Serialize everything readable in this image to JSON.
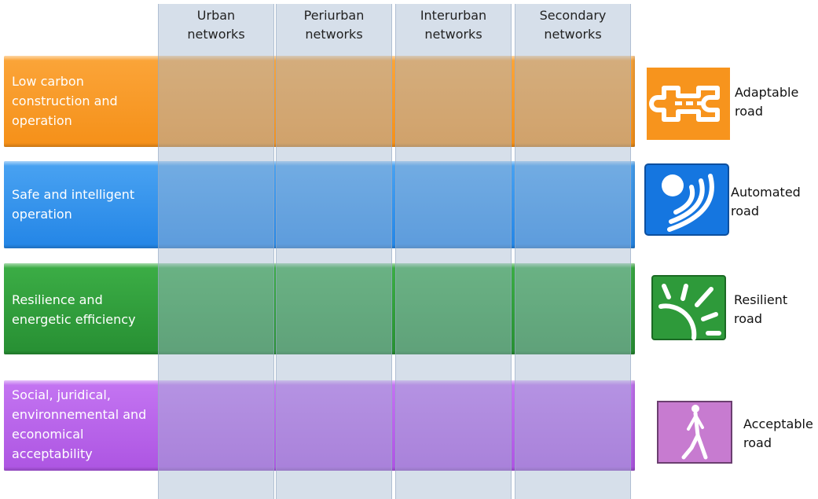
{
  "columns": [
    {
      "label": "Urban\nnetworks"
    },
    {
      "label": "Periurban\nnetworks"
    },
    {
      "label": "Interurban\nnetworks"
    },
    {
      "label": "Secondary\nnetworks"
    }
  ],
  "rows": [
    {
      "label": "Low carbon\nconstruction and\noperation",
      "color": "#f7941d",
      "icon": "road-connector-icon",
      "icon_color": "#f7941d",
      "road": "Adaptable\nroad"
    },
    {
      "label": "Safe and intelligent\noperation",
      "color": "#2f8fe8",
      "icon": "signal-waves-icon",
      "icon_color": "#1576e0",
      "road": "Automated\nroad"
    },
    {
      "label": "Resilience and\nenergetic efficiency",
      "color": "#2e9a3a",
      "icon": "sun-rays-icon",
      "icon_color": "#2e9a3a",
      "road": "Resilient\nroad"
    },
    {
      "label": "Social, juridical,\nenvironnemental and\neconomical\nacceptability",
      "color": "#b65be6",
      "icon": "pedestrian-icon",
      "icon_color": "#c77bd0",
      "road": "Acceptable\nroad"
    }
  ]
}
